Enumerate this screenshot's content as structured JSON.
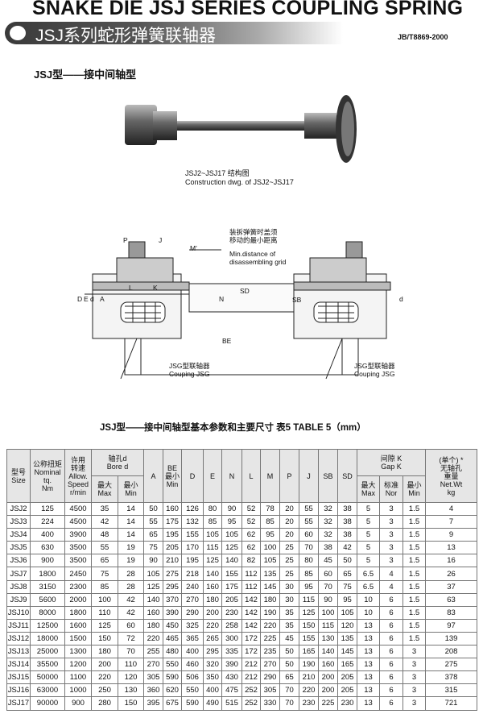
{
  "header": {
    "title": "SNAKE DIE JSJ SERIES COUPLING SPRING",
    "banner": "JSJ系列蛇形弹簧联轴器",
    "standard": "JB/T8869-2000"
  },
  "section": {
    "subtitle": "JSJ型——接中间轴型"
  },
  "photo": {
    "caption_cn": "JSJ2~JSJ17 结构图",
    "caption_en": "Construction dwg. of JSJ2~JSJ17"
  },
  "drawing": {
    "note_cn_1": "装拆弹簧时盖须",
    "note_cn_2": "移动的最小距离",
    "note_en_1": "Min.distance of",
    "note_en_2": "disassembling grid",
    "left_label_cn": "JSG型联轴器",
    "left_label_en": "Couping JSG",
    "right_label_cn": "JSG型联轴器",
    "right_label_en": "Couping JSG",
    "dims": {
      "p": "P",
      "j": "J",
      "m": "M'",
      "l": "L",
      "k": "K",
      "sd": "SD",
      "sb": "SB",
      "be": "BE",
      "d": "d",
      "a": "A",
      "n": "N",
      "e": "E",
      "dd": "D"
    }
  },
  "table": {
    "title": "JSJ型——接中间轴型基本参数和主要尺寸    表5 TABLE 5（mm）",
    "headers": {
      "size": [
        "型号",
        "Size"
      ],
      "torque": [
        "公称扭矩",
        "Nominal",
        "tq.",
        "Nm"
      ],
      "speed": [
        "许用",
        "转速",
        "Allow.",
        "Speed",
        "r/min"
      ],
      "bore": [
        "轴孔d",
        "Bore d"
      ],
      "bore_max": [
        "最大",
        "Max"
      ],
      "bore_min": [
        "最小",
        "Min"
      ],
      "a": "A",
      "be": [
        "BE",
        "最小",
        "Min"
      ],
      "d": "D",
      "e": "E",
      "n": "N",
      "l": "L",
      "m": "M",
      "p": "P",
      "j": "J",
      "sb": "SB",
      "sd": "SD",
      "gap": [
        "间隙 K",
        "Gap K"
      ],
      "gap_max": [
        "最大",
        "Max"
      ],
      "gap_nor": [
        "标准",
        "Nor"
      ],
      "gap_min": [
        "最小",
        "Min"
      ],
      "weight": [
        "(单个) *",
        "无轴孔",
        "重量",
        "Net.Wt",
        "kg"
      ]
    },
    "rows": [
      [
        "JSJ2",
        "125",
        "4500",
        "35",
        "14",
        "50",
        "160",
        "126",
        "80",
        "90",
        "52",
        "78",
        "20",
        "55",
        "32",
        "38",
        "5",
        "3",
        "1.5",
        "4"
      ],
      [
        "JSJ3",
        "224",
        "4500",
        "42",
        "14",
        "55",
        "175",
        "132",
        "85",
        "95",
        "52",
        "85",
        "20",
        "55",
        "32",
        "38",
        "5",
        "3",
        "1.5",
        "7"
      ],
      [
        "JSJ4",
        "400",
        "3900",
        "48",
        "14",
        "65",
        "195",
        "155",
        "105",
        "105",
        "62",
        "95",
        "20",
        "60",
        "32",
        "38",
        "5",
        "3",
        "1.5",
        "9"
      ],
      [
        "JSJ5",
        "630",
        "3500",
        "55",
        "19",
        "75",
        "205",
        "170",
        "115",
        "125",
        "62",
        "100",
        "25",
        "70",
        "38",
        "42",
        "5",
        "3",
        "1.5",
        "13"
      ],
      [
        "JSJ6",
        "900",
        "3500",
        "65",
        "19",
        "90",
        "210",
        "195",
        "125",
        "140",
        "82",
        "105",
        "25",
        "80",
        "45",
        "50",
        "5",
        "3",
        "1.5",
        "16"
      ],
      [
        "JSJ7",
        "1800",
        "2450",
        "75",
        "28",
        "105",
        "275",
        "218",
        "140",
        "155",
        "112",
        "135",
        "25",
        "85",
        "60",
        "65",
        "6.5",
        "4",
        "1.5",
        "26"
      ],
      [
        "JSJ8",
        "3150",
        "2300",
        "85",
        "28",
        "125",
        "295",
        "240",
        "160",
        "175",
        "112",
        "145",
        "30",
        "95",
        "70",
        "75",
        "6.5",
        "4",
        "1.5",
        "37"
      ],
      [
        "JSJ9",
        "5600",
        "2000",
        "100",
        "42",
        "140",
        "370",
        "270",
        "180",
        "205",
        "142",
        "180",
        "30",
        "115",
        "90",
        "95",
        "10",
        "6",
        "1.5",
        "63"
      ],
      [
        "JSJ10",
        "8000",
        "1800",
        "110",
        "42",
        "160",
        "390",
        "290",
        "200",
        "230",
        "142",
        "190",
        "35",
        "125",
        "100",
        "105",
        "10",
        "6",
        "1.5",
        "83"
      ],
      [
        "JSJ11",
        "12500",
        "1600",
        "125",
        "60",
        "180",
        "450",
        "325",
        "220",
        "258",
        "142",
        "220",
        "35",
        "150",
        "115",
        "120",
        "13",
        "6",
        "1.5",
        "97"
      ],
      [
        "JSJ12",
        "18000",
        "1500",
        "150",
        "72",
        "220",
        "465",
        "365",
        "265",
        "300",
        "172",
        "225",
        "45",
        "155",
        "130",
        "135",
        "13",
        "6",
        "1.5",
        "139"
      ],
      [
        "JSJ13",
        "25000",
        "1300",
        "180",
        "70",
        "255",
        "480",
        "400",
        "295",
        "335",
        "172",
        "235",
        "50",
        "165",
        "140",
        "145",
        "13",
        "6",
        "3",
        "208"
      ],
      [
        "JSJ14",
        "35500",
        "1200",
        "200",
        "110",
        "270",
        "550",
        "460",
        "320",
        "390",
        "212",
        "270",
        "50",
        "190",
        "160",
        "165",
        "13",
        "6",
        "3",
        "275"
      ],
      [
        "JSJ15",
        "50000",
        "1100",
        "220",
        "120",
        "305",
        "590",
        "506",
        "350",
        "430",
        "212",
        "290",
        "65",
        "210",
        "200",
        "205",
        "13",
        "6",
        "3",
        "378"
      ],
      [
        "JSJ16",
        "63000",
        "1000",
        "250",
        "130",
        "360",
        "620",
        "550",
        "400",
        "475",
        "252",
        "305",
        "70",
        "220",
        "200",
        "205",
        "13",
        "6",
        "3",
        "315"
      ],
      [
        "JSJ17",
        "90000",
        "900",
        "280",
        "150",
        "395",
        "675",
        "590",
        "490",
        "515",
        "252",
        "330",
        "70",
        "230",
        "225",
        "230",
        "13",
        "6",
        "3",
        "721"
      ]
    ]
  }
}
